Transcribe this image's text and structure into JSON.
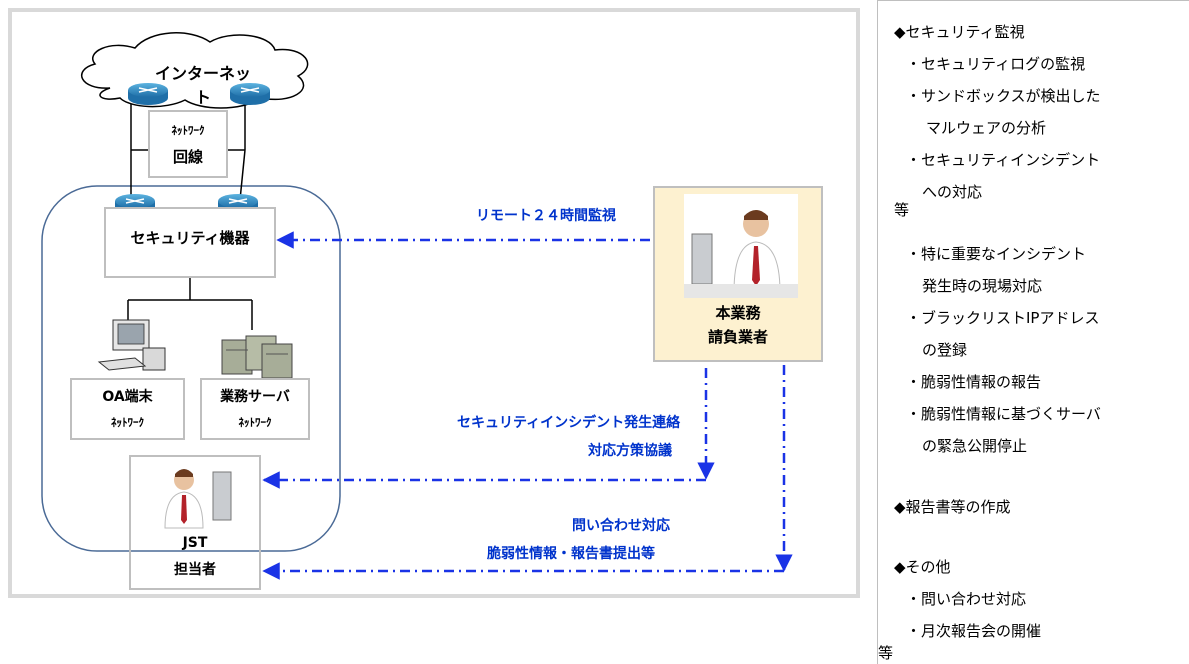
{
  "diagram": {
    "internet_label": "インターネット",
    "network_line": {
      "line1": "ﾈｯﾄﾜｰｸ",
      "line2": "回線"
    },
    "security_device": "セキュリティ機器",
    "oa_terminal": {
      "line1": "OA端末",
      "line2": "ﾈｯﾄﾜｰｸ"
    },
    "business_server": {
      "line1": "業務サーバ",
      "line2": "ﾈｯﾄﾜｰｸ"
    },
    "jst": {
      "line1": "JST",
      "line2": "担当者"
    },
    "contractor": {
      "line1": "本業務",
      "line2": "請負業者"
    },
    "arrows": {
      "monitoring": "リモート２４時間監視",
      "incident_line1": "セキュリティインシデント発生連絡",
      "incident_line2": "対応方策協議",
      "inquiry_line1": "問い合わせ対応",
      "inquiry_line2": "脆弱性情報・報告書提出等"
    },
    "colors": {
      "arrow": "#1a33e6",
      "label": "#0033cc",
      "cloud_border": "#000000",
      "router": "#2e8bc0",
      "network_outline": "#4a6a96",
      "contractor_bg": "#fdf1d0"
    }
  },
  "panel": {
    "lines": [
      "◆セキュリティ監視",
      "・セキュリティログの監視",
      "・サンドボックスが検出した",
      "マルウェアの分析",
      "・セキュリティインシデント",
      "への対応",
      "等",
      "・特に重要なインシデント",
      "発生時の現場対応",
      "・ブラックリストIPアドレス",
      "の登録",
      "・脆弱性情報の報告",
      "・脆弱性情報に基づくサーバ",
      "の緊急公開停止",
      "◆報告書等の作成",
      "◆その他",
      "・問い合わせ対応",
      "・月次報告会の開催",
      "等"
    ]
  }
}
